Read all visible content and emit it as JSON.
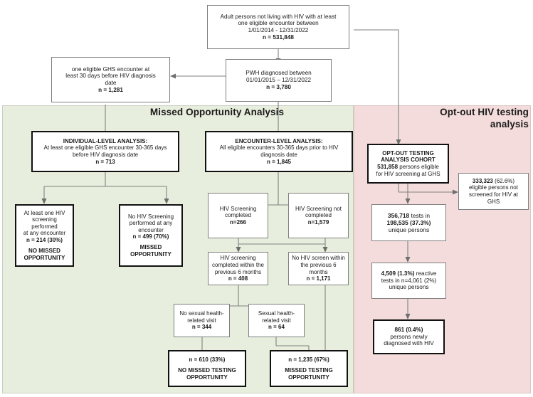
{
  "panels": {
    "missed": {
      "title": "Missed Opportunity Analysis",
      "bg": "#e8eedd"
    },
    "optout": {
      "title": "Opt-out HIV testing analysis",
      "title_line1": "Opt-out HIV testing",
      "title_line2": "analysis",
      "bg": "#f4dcdc"
    }
  },
  "nodes": {
    "source_cohort": {
      "l1": "Adult persons not living with HIV with at least",
      "l2": "one eligible encounter between",
      "l3": "1/01/2014 - 12/31/2022",
      "l4": "n = 531,848"
    },
    "pwh": {
      "l1": "PWH diagnosed between",
      "l2": "01/01/2015 – 12/31/2022",
      "l3": "n = 3,780"
    },
    "ghs_encounter_30d": {
      "l1": "one eligible GHS encounter at",
      "l2": "least 30 days before HIV diagnosis",
      "l3": "date",
      "l4": "n = 1,281"
    },
    "individual_level": {
      "l1": "INDIVIDUAL-LEVEL ANALYSIS:",
      "l2": "At least one eligible GHS encounter 30-365 days",
      "l3": "before HIV diagnosis date",
      "l4": "n = 713"
    },
    "encounter_level": {
      "l1": "ENCOUNTER-LEVEL ANALYSIS:",
      "l2": "All eligible encounters 30-365 days prior to HIV",
      "l3": "diagnosis date",
      "l4": "n = 1,845"
    },
    "optout_cohort": {
      "l1": "OPT-OUT TESTING",
      "l2": "ANALYSIS COHORT",
      "l3": "531,858",
      "l3b": " persons eligible",
      "l4": "for HIV screening at GHS"
    },
    "not_screened": {
      "l1": "333,323",
      "l1b": " (62.6%)",
      "l2": "eligible persons not",
      "l3": "screened for HIV at",
      "l4": "GHS"
    },
    "at_least_one_screen": {
      "l1": "At least one HIV",
      "l2": "screening performed",
      "l3": "at any encounter",
      "l4": "n = 214 (30%)",
      "l5": "NO MISSED",
      "l6": "OPPORTUNITY"
    },
    "no_screen": {
      "l1": "No HIV Screening",
      "l2": "performed at any",
      "l3": "encounter",
      "l4": "n = 499 (70%)",
      "l5": "MISSED",
      "l6": "OPPORTUNITY"
    },
    "screening_completed": {
      "l1": "HIV Screening",
      "l2": "completed",
      "l3": "n=266"
    },
    "screening_not_completed": {
      "l1": "HIV Screening not",
      "l2": "completed",
      "l3": "n=1,579"
    },
    "screen_within_6mo": {
      "l1": "HIV screening",
      "l2": "completed within the",
      "l3": "previous 6 months",
      "l4": "n = 408"
    },
    "no_screen_within_6mo": {
      "l1": "No HIV screen within",
      "l2": "the previous 6",
      "l3": "months",
      "l4": "n = 1,171"
    },
    "no_sexual_visit": {
      "l1": "No sexual health-",
      "l2": "related visit",
      "l3": "n = 344"
    },
    "sexual_visit": {
      "l1": "Sexual health-",
      "l2": "related  visit",
      "l3": "n = 64"
    },
    "no_missed_testing": {
      "l1": "n = 610 (33%)",
      "l2": "NO MISSED TESTING",
      "l3": "OPPORTUNITY"
    },
    "missed_testing": {
      "l1": "n = 1,235 (67%)",
      "l2": "MISSED TESTING",
      "l3": "OPPORTUNITY"
    },
    "tests_unique": {
      "l1": "356,718",
      "l1b": " tests in",
      "l2": "198,535 (37.3%)",
      "l3": "unique persons"
    },
    "reactive_tests": {
      "l1": "4,509 (1.3%)",
      "l1b": " reactive",
      "l2": "tests in n=4,061 (2%)",
      "l3": "unique persons"
    },
    "newly_diagnosed": {
      "l1": "861 (0.4%)",
      "l2": "persons newly",
      "l3": "diagnosed with HIV"
    }
  }
}
